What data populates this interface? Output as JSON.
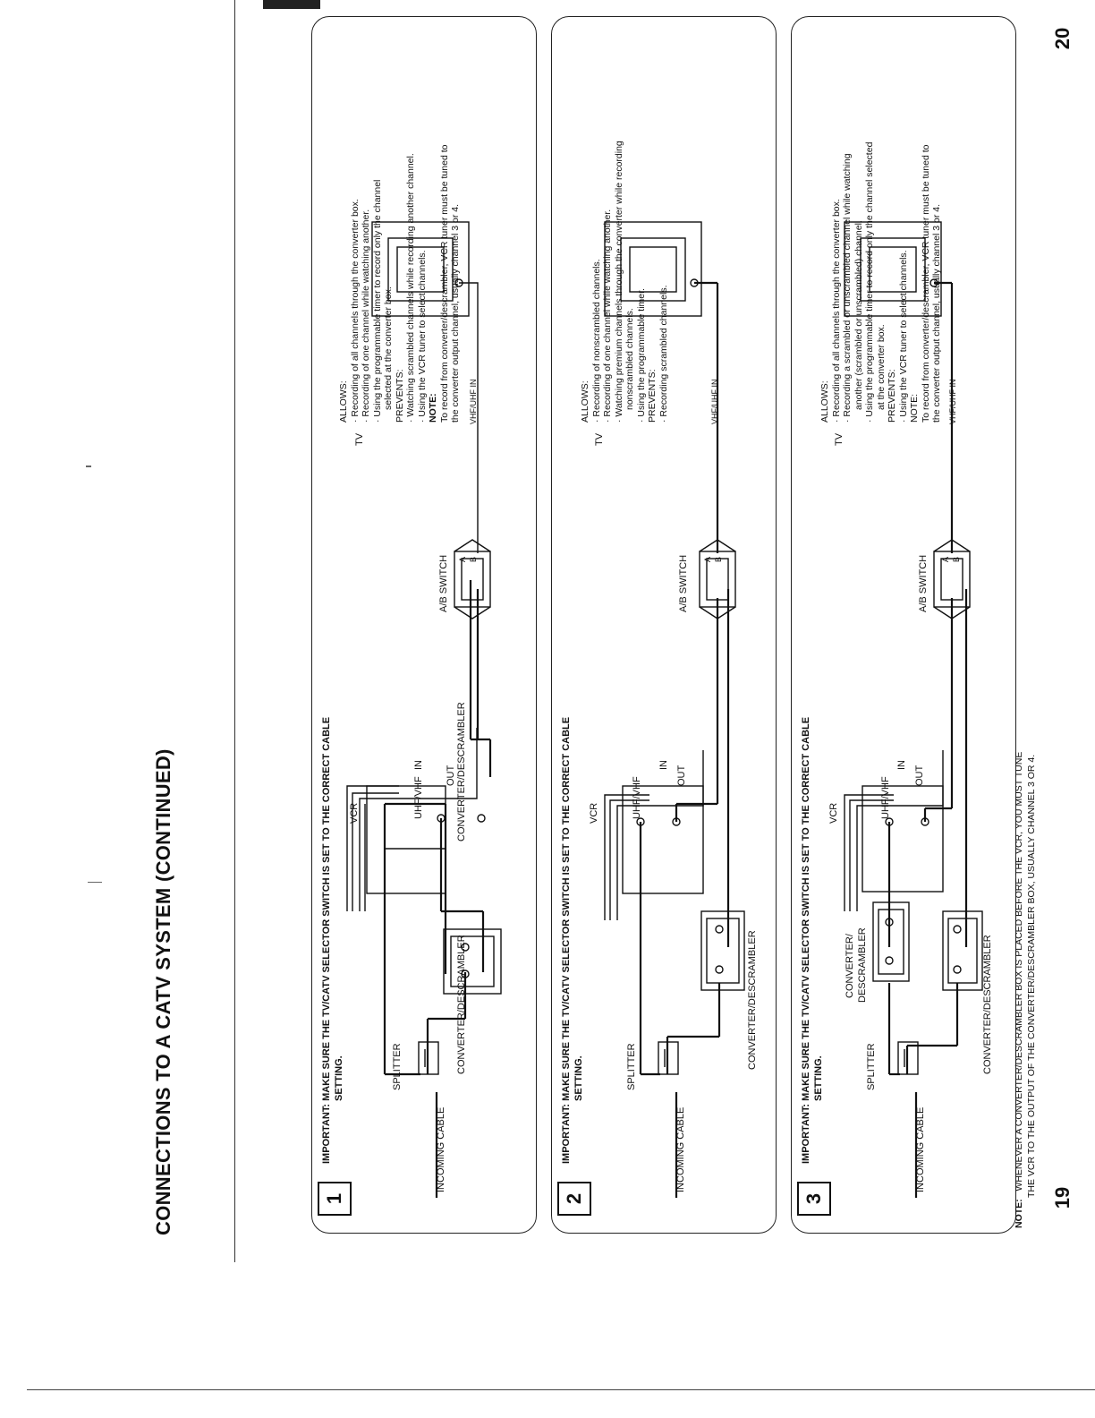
{
  "page": {
    "title": "CONNECTIONS TO A CATV SYSTEM (CONTINUED)",
    "page_left": "19",
    "page_right": "20"
  },
  "labels": {
    "important": "IMPORTANT: MAKE SURE THE TV/CATV SELECTOR SWITCH IS SET TO THE CORRECT CABLE",
    "setting": "SETTING.",
    "incoming_cable": "INCOMING CABLE",
    "splitter": "SPLITTER",
    "converter": "CONVERTER/DESCRAMBLER",
    "converter_split_1": "CONVERTER/",
    "converter_split_2": "DESCRAMBLER",
    "vcr": "VCR",
    "uhf_vhf": "UHF/VHF",
    "in": "IN",
    "out": "OUT",
    "ab_switch": "A/B SWITCH",
    "tv": "TV",
    "vhf_uhf_in": "VHF/UHF IN",
    "sw_a": "A",
    "sw_b": "B"
  },
  "panels": [
    {
      "number": "1",
      "allows_heading": "ALLOWS:",
      "allows": [
        "· Recording of all channels through the converter box.",
        "· Recording of one channel while watching another.",
        "· Using the programmable timer to record only the channel",
        "selected at the converter box."
      ],
      "prevents_heading": "PREVENTS:",
      "prevents": [
        "· Watching scrambled channels while recording another channel.",
        "· Using the VCR tuner to select channels."
      ],
      "note_heading": "NOTE:",
      "note": [
        "To record from converter/descrambler, VCR tuner must be tuned to",
        "the converter output channel, usually channel 3 or 4."
      ]
    },
    {
      "number": "2",
      "allows_heading": "ALLOWS:",
      "allows": [
        "· Recording of nonscrambled channels.",
        "· Recording of one channel while watching another.",
        "· Watching premium channels through the converter while recording",
        "nonscrambled channels.",
        "· Using the programmable timer."
      ],
      "prevents_heading": "PREVENTS:",
      "prevents": [
        "· Recording scrambled channels."
      ],
      "note_heading": "",
      "note": []
    },
    {
      "number": "3",
      "allows_heading": "ALLOWS:",
      "allows": [
        "· Recording of all channels through the converter box.",
        "· Recording a scrambled or unscrambled channel while watching",
        "another (scrambled or unscrambled) channel.",
        "· Using the programmable timer to record only the channel selected",
        "at the converter box."
      ],
      "prevents_heading": "PREVENTS:",
      "prevents": [
        "· Using the VCR tuner to select channels."
      ],
      "note_heading": "NOTE:",
      "note": [
        "To record from converter/descrambler, VCR tuner must be tuned to",
        "the converter output channel, usually channel 3 or 4."
      ]
    }
  ],
  "footer_note": {
    "lead": "NOTE:",
    "line1": "WHENEVER A CONVERTER/DESCRAMBLER BOX IS PLACED BEFORE THE VCR, YOU MUST TUNE",
    "line2": "THE VCR TO THE OUTPUT OF THE CONVERTER/DESCRAMBLER BOX, USUALLY CHANNEL 3 OR 4."
  }
}
